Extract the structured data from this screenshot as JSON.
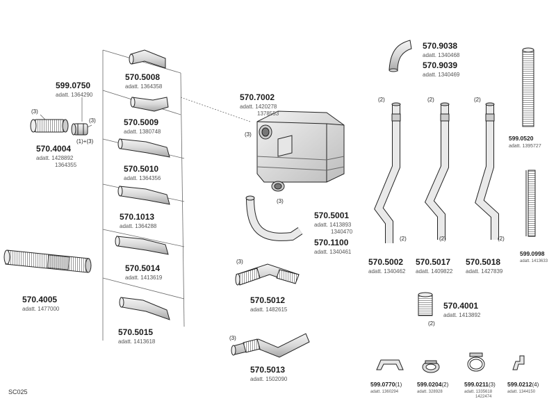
{
  "diagram_code": "SC025",
  "parts": {
    "p5990750": {
      "pn": "599.0750",
      "adatt": "adatt. 1364290"
    },
    "p5704004": {
      "pn": "570.4004",
      "adatt1": "adatt. 1428892",
      "adatt2": "1364355"
    },
    "p5704005": {
      "pn": "570.4005",
      "adatt": "adatt. 1477000"
    },
    "p5705008": {
      "pn": "570.5008",
      "adatt": "adatt. 1364358"
    },
    "p5705009": {
      "pn": "570.5009",
      "adatt": "adatt. 1380748"
    },
    "p5705010": {
      "pn": "570.5010",
      "adatt": "adatt. 1364356"
    },
    "p5701013": {
      "pn": "570.1013",
      "adatt": "adatt. 1364288"
    },
    "p5705014": {
      "pn": "570.5014",
      "adatt": "adatt. 1413619"
    },
    "p5705015": {
      "pn": "570.5015",
      "adatt": "adatt. 1413618"
    },
    "p5707002": {
      "pn": "570.7002",
      "adatt1": "adatt. 1420278",
      "adatt2": "1378553"
    },
    "p5705001": {
      "pn": "570.5001",
      "adatt1": "adatt. 1413893",
      "adatt2": "1340470"
    },
    "p5701100": {
      "pn": "570.1100",
      "adatt": "adatt. 1340461"
    },
    "p5705012": {
      "pn": "570.5012",
      "adatt": "adatt. 1482615"
    },
    "p5705013": {
      "pn": "570.5013",
      "adatt": "adatt. 1502090"
    },
    "p5709038": {
      "pn": "570.9038",
      "adatt": "adatt. 1340468"
    },
    "p5709039": {
      "pn": "570.9039",
      "adatt": "adatt. 1340469"
    },
    "p5705002": {
      "pn": "570.5002",
      "adatt": "adatt. 1340462"
    },
    "p5705017": {
      "pn": "570.5017",
      "adatt": "adatt. 1409822"
    },
    "p5705018": {
      "pn": "570.5018",
      "adatt": "adatt. 1427839"
    },
    "p5990520": {
      "pn": "599.0520",
      "adatt": "adatt. 1395727"
    },
    "p5990998": {
      "pn": "599.0998",
      "adatt": "adatt. 1413633"
    },
    "p5704001": {
      "pn": "570.4001",
      "adatt": "adatt. 1413892"
    },
    "p5990770": {
      "pn": "599.0770",
      "qty": "(1)",
      "adatt": "adatt. 1360294"
    },
    "p5990204": {
      "pn": "599.0204",
      "qty": "(2)",
      "adatt": "adatt. 328928"
    },
    "p5990211": {
      "pn": "599.0211",
      "qty": "(3)",
      "adatt1": "adatt. 1335618",
      "adatt2": "1422474"
    },
    "p5990212": {
      "pn": "599.0212",
      "qty": "(4)",
      "adatt": "adatt. 1344150"
    }
  },
  "callouts": {
    "q3": "(3)",
    "q2": "(2)",
    "q1p3": "(1)+(3)"
  }
}
